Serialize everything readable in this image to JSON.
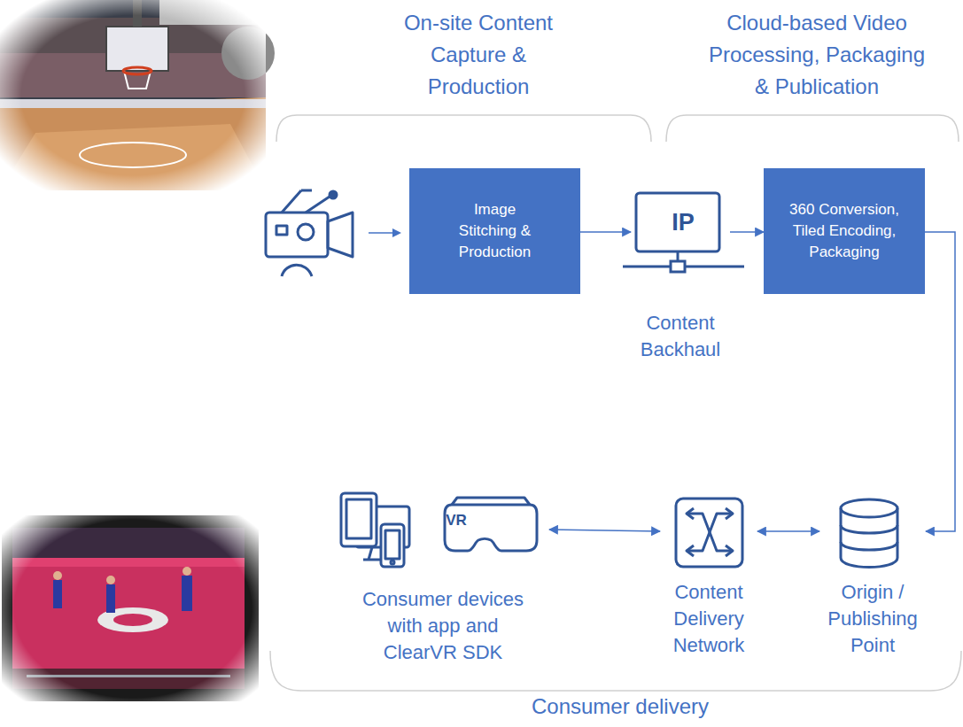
{
  "diagram": {
    "nodes": [
      {
        "text": [
          "Image Stitching & Production"
        ]
      },
      {
        "text": [
          "IP",
          "Content Backhaul"
        ]
      },
      {
        "text": [
          "360 Conversion, Tiled Encoding, Packaging"
        ]
      },
      {
        "text": [
          "Consumer devices with app and ClearVR SDK"
        ]
      },
      {
        "text": [
          "Content Delivery Network"
        ]
      },
      {
        "text": [
          "Origin / Publishing Point"
        ]
      }
    ],
    "edges": [
      {
        "from": 0,
        "to": 1,
        "arrow": "to"
      },
      {
        "from": 1,
        "to": 2,
        "arrow": "to"
      },
      {
        "from": 2,
        "to": 5,
        "arrow": "to"
      },
      {
        "from": 5,
        "to": 4,
        "arrow": "both"
      },
      {
        "from": 4,
        "to": 3,
        "arrow": "both"
      }
    ],
    "labels": [
      "On-site Content Capture & Production",
      "Cloud-based Video Processing, Packaging & Publication",
      "Consumer delivery",
      "VR"
    ]
  }
}
